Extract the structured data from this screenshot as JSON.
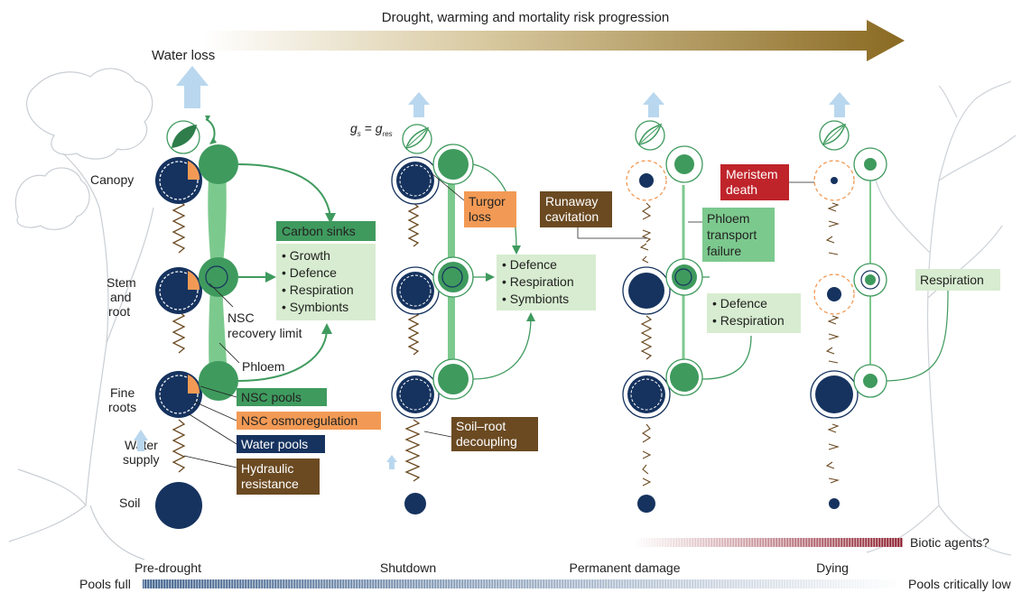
{
  "title": "Drought, warming and mortality risk progression",
  "water_loss": "Water loss",
  "gs_label": {
    "g": "g",
    "s": "s",
    "eq": " = ",
    "g2": "g",
    "res": "res"
  },
  "left_labels": {
    "canopy": "Canopy",
    "stem_and_root": [
      "Stem",
      "and",
      "root"
    ],
    "fine_roots": [
      "Fine",
      "roots"
    ],
    "water_supply": [
      "Water",
      "supply"
    ],
    "soil": "Soil"
  },
  "annotations": {
    "nsc_recovery_limit": [
      "NSC",
      "recovery limit"
    ],
    "phloem": "Phloem",
    "turgor_loss": [
      "Turgor",
      "loss"
    ],
    "runaway_cavitation": [
      "Runaway",
      "cavitation"
    ],
    "phloem_transport_failure": [
      "Phloem",
      "transport",
      "failure"
    ],
    "meristem_death": [
      "Meristem",
      "death"
    ],
    "soil_root_decoupling": [
      "Soil–root",
      "decoupling"
    ],
    "respiration_stage4": "Respiration"
  },
  "carbon_sinks": {
    "title": "Carbon sinks",
    "items": [
      "• Growth",
      "• Defence",
      "• Respiration",
      "• Symbionts"
    ]
  },
  "stage2_sinks": [
    "• Defence",
    "• Respiration",
    "• Symbionts"
  ],
  "stage3_sinks": [
    "• Defence",
    "• Respiration"
  ],
  "legend": {
    "nsc_pools": "NSC pools",
    "nsc_osmoregulation": "NSC osmoregulation",
    "water_pools": "Water pools",
    "hydraulic_resistance": [
      "Hydraulic",
      "resistance"
    ]
  },
  "stages": [
    "Pre-drought",
    "Shutdown",
    "Permanent damage",
    "Dying"
  ],
  "biotic_agents": "Biotic agents?",
  "pools_full": "Pools full",
  "pools_critically_low": "Pools critically low",
  "colors": {
    "water_pool": "#16335f",
    "nsc_pool": "#3f9a5e",
    "nsc_light": "#7cc98e",
    "sink_box": "#d7ecd0",
    "osmo": "#f29a55",
    "hydraulic": "#6b4a22",
    "meristem": "#c0242b",
    "arrow_light": "#b9d7ee",
    "title_arrow": "#8a6a22"
  }
}
